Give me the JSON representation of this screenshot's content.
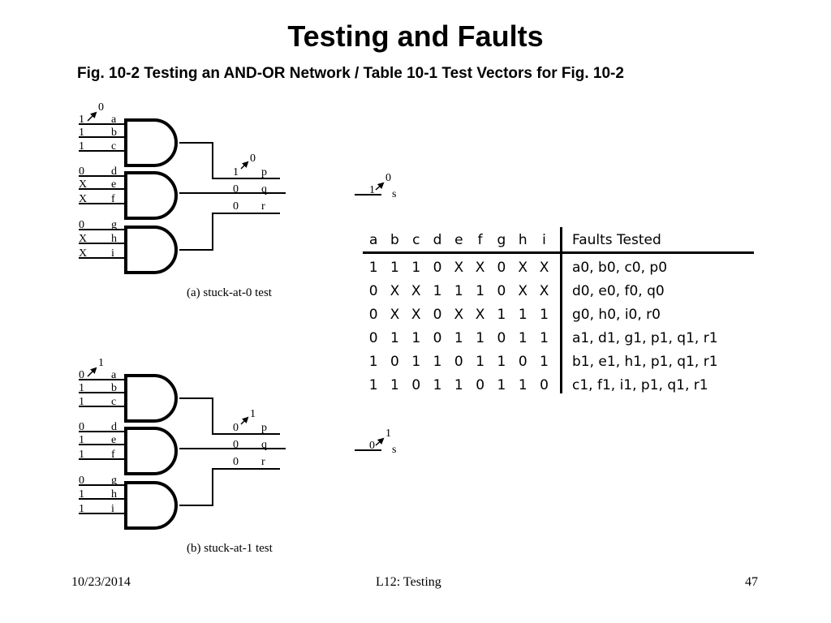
{
  "slide": {
    "title": "Testing and Faults",
    "subtitle": "Fig. 10-2  Testing an AND-OR Network  /  Table 10-1  Test Vectors for Fig. 10-2"
  },
  "circuit_a": {
    "caption": "(a) stuck-at-0 test",
    "inputs": [
      {
        "name": "a",
        "value": "1"
      },
      {
        "name": "b",
        "value": "1"
      },
      {
        "name": "c",
        "value": "1"
      },
      {
        "name": "d",
        "value": "0"
      },
      {
        "name": "e",
        "value": "X"
      },
      {
        "name": "f",
        "value": "X"
      },
      {
        "name": "g",
        "value": "0"
      },
      {
        "name": "h",
        "value": "X"
      },
      {
        "name": "i",
        "value": "X"
      }
    ],
    "fault_a": "0",
    "internal": [
      {
        "name": "p",
        "value": "1",
        "fault": "0"
      },
      {
        "name": "q",
        "value": "0"
      },
      {
        "name": "r",
        "value": "0"
      }
    ],
    "output": {
      "name": "s",
      "value": "1",
      "fault": "0"
    }
  },
  "circuit_b": {
    "caption": "(b) stuck-at-1 test",
    "inputs": [
      {
        "name": "a",
        "value": "0"
      },
      {
        "name": "b",
        "value": "1"
      },
      {
        "name": "c",
        "value": "1"
      },
      {
        "name": "d",
        "value": "0"
      },
      {
        "name": "e",
        "value": "1"
      },
      {
        "name": "f",
        "value": "1"
      },
      {
        "name": "g",
        "value": "0"
      },
      {
        "name": "h",
        "value": "1"
      },
      {
        "name": "i",
        "value": "1"
      }
    ],
    "fault_a": "1",
    "internal": [
      {
        "name": "p",
        "value": "0",
        "fault": "1"
      },
      {
        "name": "q",
        "value": "0"
      },
      {
        "name": "r",
        "value": "0"
      }
    ],
    "output": {
      "name": "s",
      "value": "0",
      "fault": "1"
    }
  },
  "test_table": {
    "headers": [
      "a",
      "b",
      "c",
      "d",
      "e",
      "f",
      "g",
      "h",
      "i"
    ],
    "faults_header": "Faults  Tested",
    "rows": [
      {
        "vector": [
          "1",
          "1",
          "1",
          "0",
          "X",
          "X",
          "0",
          "X",
          "X"
        ],
        "faults": "a0, b0, c0, p0"
      },
      {
        "vector": [
          "0",
          "X",
          "X",
          "1",
          "1",
          "1",
          "0",
          "X",
          "X"
        ],
        "faults": "d0, e0, f0, q0"
      },
      {
        "vector": [
          "0",
          "X",
          "X",
          "0",
          "X",
          "X",
          "1",
          "1",
          "1"
        ],
        "faults": "g0, h0, i0, r0"
      },
      {
        "vector": [
          "0",
          "1",
          "1",
          "0",
          "1",
          "1",
          "0",
          "1",
          "1"
        ],
        "faults": "a1, d1, g1, p1, q1, r1"
      },
      {
        "vector": [
          "1",
          "0",
          "1",
          "1",
          "0",
          "1",
          "1",
          "0",
          "1"
        ],
        "faults": "b1, e1, h1, p1, q1, r1"
      },
      {
        "vector": [
          "1",
          "1",
          "0",
          "1",
          "1",
          "0",
          "1",
          "1",
          "0"
        ],
        "faults": "c1, f1, i1, p1, q1, r1"
      }
    ]
  },
  "footer": {
    "date": "10/23/2014",
    "lecture": "L12: Testing",
    "page": "47"
  }
}
